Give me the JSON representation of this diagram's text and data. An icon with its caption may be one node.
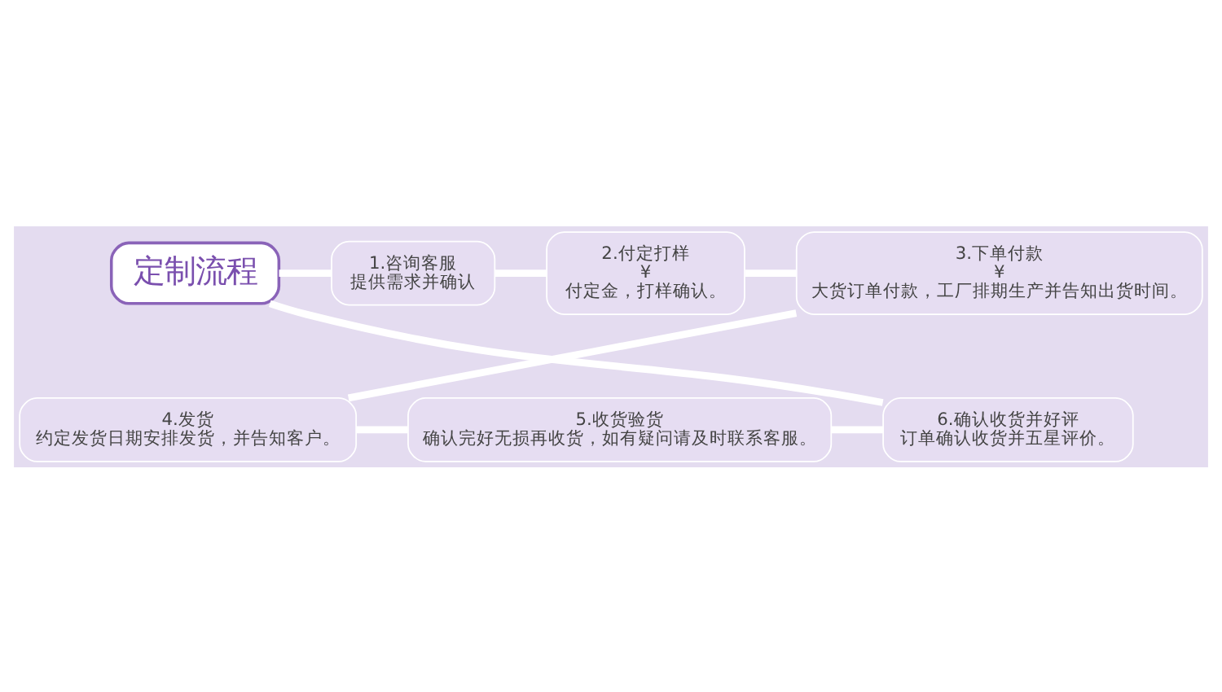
{
  "diagram": {
    "nodes": [
      {
        "text": [
          "定制流程"
        ]
      },
      {
        "text": [
          "1.咨询客服",
          "提供需求并确认"
        ]
      },
      {
        "text": [
          "2.付定打样",
          "¥",
          "付定金，打样确认。"
        ]
      },
      {
        "text": [
          "3.下单付款",
          "¥",
          "大货订单付款，工厂排期生产并告知出货时间。"
        ]
      },
      {
        "text": [
          "4.发货",
          "约定发货日期安排发货，并告知客户。"
        ]
      },
      {
        "text": [
          "5.收货验货",
          "确认完好无损再收货，如有疑问请及时联系客服。"
        ]
      },
      {
        "text": [
          "6.确认收货并好评",
          "订单确认收货并五星评价。"
        ]
      }
    ],
    "edges": [
      {
        "from": 0,
        "to": 1,
        "arrow": "none"
      },
      {
        "from": 1,
        "to": 2,
        "arrow": "none"
      },
      {
        "from": 2,
        "to": 3,
        "arrow": "none"
      },
      {
        "from": 3,
        "to": 4,
        "arrow": "none"
      },
      {
        "from": 4,
        "to": 5,
        "arrow": "none"
      },
      {
        "from": 5,
        "to": 6,
        "arrow": "none"
      },
      {
        "from": 6,
        "to": 0,
        "arrow": "none"
      }
    ]
  }
}
